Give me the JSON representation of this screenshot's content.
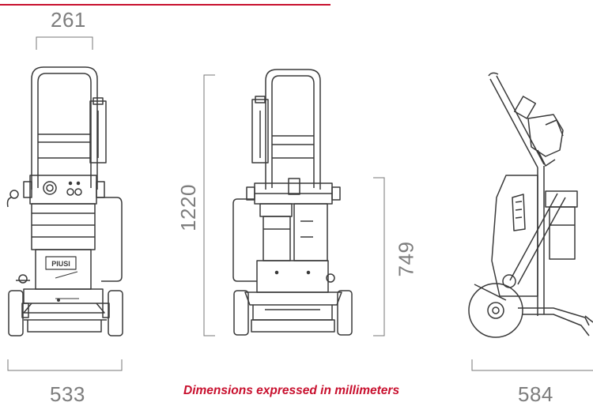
{
  "dimensions": {
    "top_width": "261",
    "front_width": "533",
    "total_height": "1220",
    "lower_height": "749",
    "side_depth": "584"
  },
  "caption": "Dimensions expressed in millimeters",
  "brand_plate": "PIUSI",
  "colors": {
    "accent": "#c8102e",
    "line": "#6f6f6f",
    "drawing": "#3a3a3a"
  }
}
